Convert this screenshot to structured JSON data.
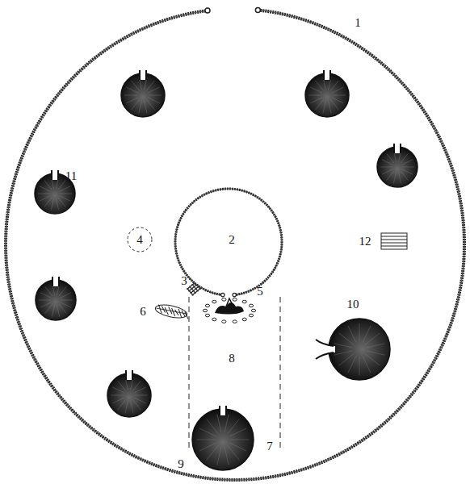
{
  "diagram": {
    "nodes": [
      {
        "text": [
          "2"
        ]
      },
      {
        "text": [
          "4"
        ]
      }
    ],
    "labels": [
      "1",
      "3",
      "5",
      "6",
      "7",
      "8",
      "9",
      "10",
      "11",
      "12"
    ]
  }
}
